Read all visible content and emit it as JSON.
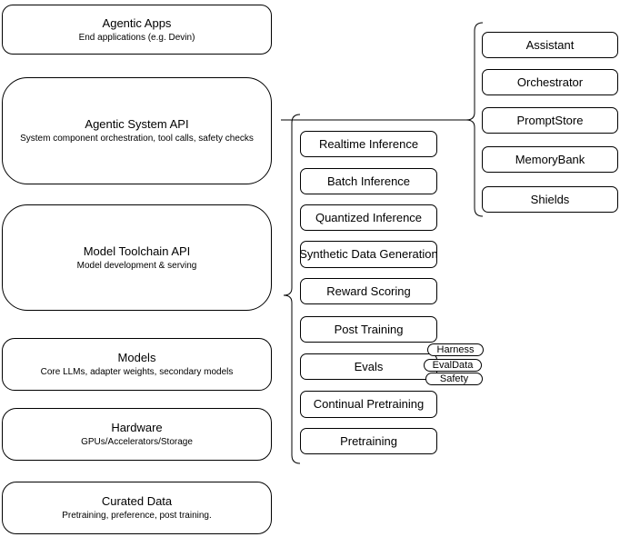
{
  "diagram": {
    "left_column": [
      {
        "title": "Agentic Apps",
        "subtitle": "End applications (e.g. Devin)"
      },
      {
        "title": "Agentic System API",
        "subtitle": "System component orchestration, tool calls, safety checks"
      },
      {
        "title": "Model Toolchain API",
        "subtitle": "Model development & serving"
      },
      {
        "title": "Models",
        "subtitle": "Core LLMs, adapter weights, secondary models"
      },
      {
        "title": "Hardware",
        "subtitle": "GPUs/Accelerators/Storage"
      },
      {
        "title": "Curated Data",
        "subtitle": "Pretraining, preference, post training."
      }
    ],
    "toolchain_components": [
      "Realtime Inference",
      "Batch Inference",
      "Quantized Inference",
      "Synthetic Data Generation",
      "Reward Scoring",
      "Post Training",
      "Evals",
      "Continual Pretraining",
      "Pretraining"
    ],
    "evals_tags": [
      "Harness",
      "EvalData",
      "Safety"
    ],
    "system_components": [
      "Assistant",
      "Orchestrator",
      "PromptStore",
      "MemoryBank",
      "Shields"
    ],
    "colors": {
      "stroke": "#000000",
      "background": "#ffffff",
      "text": "#000000"
    }
  }
}
